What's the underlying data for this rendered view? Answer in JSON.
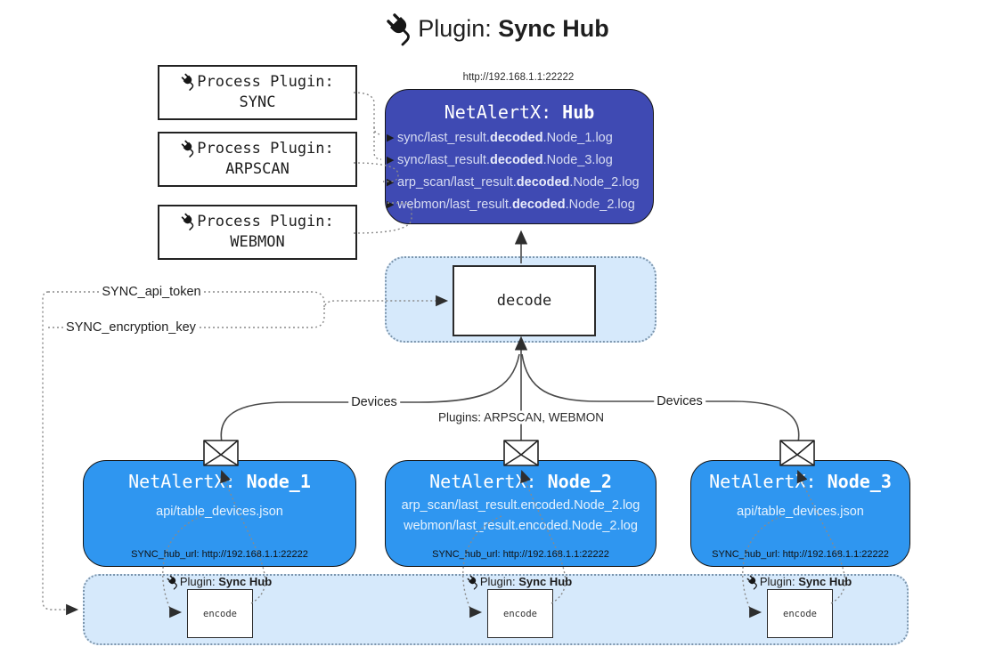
{
  "title": {
    "label": "Plugin:",
    "label_bold": "Sync Hub"
  },
  "hub": {
    "url_top": "http://192.168.1.1:22222",
    "title": "NetAlertX:",
    "title_bold": "Hub",
    "logs": [
      {
        "pre": "sync/last_result.",
        "bold": "decoded",
        "post": ".Node_1.log"
      },
      {
        "pre": "sync/last_result.",
        "bold": "decoded",
        "post": ".Node_3.log"
      },
      {
        "pre": "arp_scan/last_result.",
        "bold": "decoded",
        "post": ".Node_2.log"
      },
      {
        "pre": "webmon/last_result.",
        "bold": "decoded",
        "post": ".Node_2.log"
      }
    ]
  },
  "process_plugins": [
    {
      "label": "Process Plugin:",
      "name": "SYNC"
    },
    {
      "label": "Process Plugin:",
      "name": "ARPSCAN"
    },
    {
      "label": "Process Plugin:",
      "name": "WEBMON"
    }
  ],
  "decode_box": {
    "label": "decode"
  },
  "config_labels": {
    "api_token": "SYNC_api_token",
    "encryption_key": "SYNC_encryption_key"
  },
  "edge_labels": {
    "left": "Devices",
    "middle": "Plugins: ARPSCAN, WEBMON",
    "right": "Devices"
  },
  "nodes": [
    {
      "title": "NetAlertX:",
      "title_bold": "Node_1",
      "lines": [
        "api/table_devices.json"
      ],
      "hub_url": "SYNC_hub_url: http://192.168.1.1:22222"
    },
    {
      "title": "NetAlertX:",
      "title_bold": "Node_2",
      "lines": [
        "arp_scan/last_result.encoded.Node_2.log",
        "webmon/last_result.encoded.Node_2.log"
      ],
      "hub_url": "SYNC_hub_url: http://192.168.1.1:22222"
    },
    {
      "title": "NetAlertX:",
      "title_bold": "Node_3",
      "lines": [
        "api/table_devices.json"
      ],
      "hub_url": "SYNC_hub_url: http://192.168.1.1:22222"
    }
  ],
  "encoders": [
    {
      "plugin_label": "Plugin:",
      "plugin_bold": "Sync Hub",
      "box_label": "encode"
    },
    {
      "plugin_label": "Plugin:",
      "plugin_bold": "Sync Hub",
      "box_label": "encode"
    },
    {
      "plugin_label": "Plugin:",
      "plugin_bold": "Sync Hub",
      "box_label": "encode"
    }
  ],
  "colors": {
    "hub_fill": "#3f4ab3",
    "node_fill": "#2f96f0",
    "container_fill": "#d6e9fb",
    "container_border": "#7d96ad",
    "solid_line": "#4a4a4a",
    "dotted_line": "#8a8a8a"
  }
}
